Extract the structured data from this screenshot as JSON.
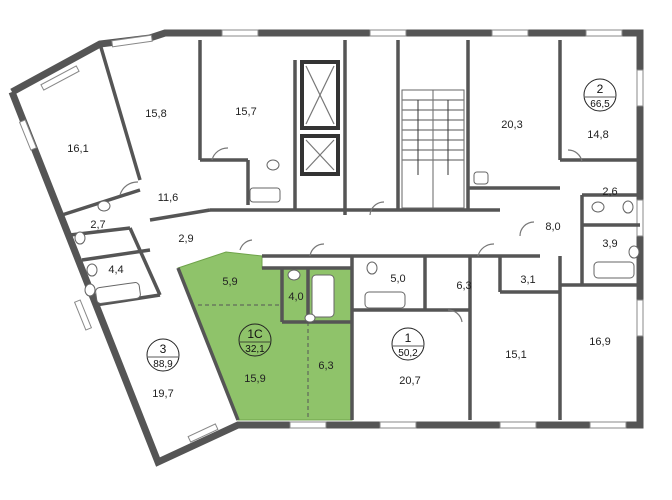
{
  "colors": {
    "highlight": "#8fc36a",
    "wall": "#555555"
  },
  "rooms": [
    {
      "label": "16,1"
    },
    {
      "label": "15,8"
    },
    {
      "label": "15,7"
    },
    {
      "label": "11,6"
    },
    {
      "label": "2,7"
    },
    {
      "label": "2,9"
    },
    {
      "label": "4,4"
    },
    {
      "label": "19,7"
    },
    {
      "label": "5,9"
    },
    {
      "label": "4,0"
    },
    {
      "label": "15,9"
    },
    {
      "label": "6,3"
    },
    {
      "label": "5,0"
    },
    {
      "label": "6,3"
    },
    {
      "label": "3,1"
    },
    {
      "label": "20,7"
    },
    {
      "label": "15,1"
    },
    {
      "label": "16,9"
    },
    {
      "label": "20,3"
    },
    {
      "label": "14,8"
    },
    {
      "label": "2,6"
    },
    {
      "label": "8,0"
    },
    {
      "label": "3,9"
    }
  ],
  "apartments": [
    {
      "number": "3",
      "area": "88,9"
    },
    {
      "number": "1C",
      "area": "32,1"
    },
    {
      "number": "1",
      "area": "50,2"
    },
    {
      "number": "2",
      "area": "66,5"
    }
  ]
}
